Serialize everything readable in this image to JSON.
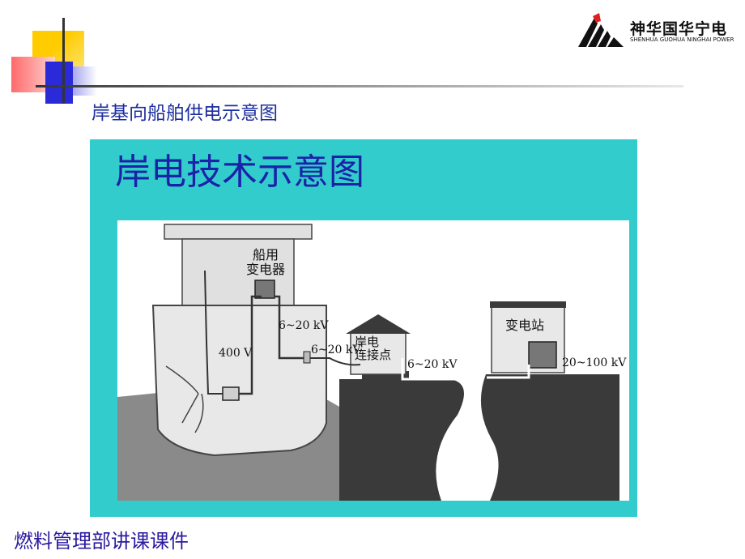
{
  "header": {
    "logo_name": "神华国华宁电",
    "logo_subtitle": "SHENHUA GUOHUA NINGHAI POWER"
  },
  "slide": {
    "subtitle": "岸基向船舶供电示意图",
    "panel_title": "岸电技术示意图",
    "footer": "燃料管理部讲课课件"
  },
  "diagram": {
    "ship_transformer": "船用\n变电器",
    "shore_connection": "岸电\n连接点",
    "substation": "变电站",
    "v_400": "400 V",
    "v_6_20_a": "6~20 kV",
    "v_6_20_b": "6~20 kV",
    "v_6_20_c": "6~20 kV",
    "v_20_100": "20~100 kV"
  },
  "colors": {
    "accent_yellow": "#ffcc00",
    "accent_blue": "#2222cc",
    "accent_red": "#ff3333",
    "panel_bg": "#33cccc",
    "title_blue": "#1b22a8"
  }
}
